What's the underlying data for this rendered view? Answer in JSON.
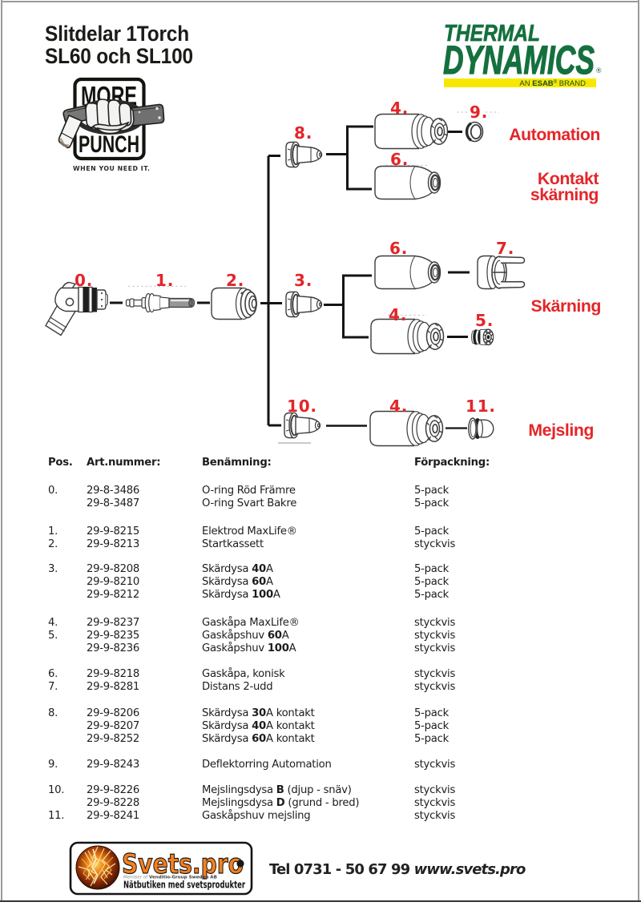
{
  "header": {
    "title_line1": "Slitdelar 1Torch",
    "title_line2": "SL60 och SL100"
  },
  "brand": {
    "thermal": "THERMAL",
    "dynamics": "DYNAMICS",
    "registered": "®",
    "esab_prefix": "AN ",
    "esab_name": "ESAB",
    "esab_reg": "®",
    "esab_suffix": " BRAND",
    "green": "#15703e",
    "yellow": "#f8e800"
  },
  "more_punch": {
    "word_top": "MORE",
    "word_bottom": "PUNCH",
    "tagline": "WHEN YOU NEED IT."
  },
  "diagram": {
    "accent_red": "#e42529",
    "labels": {
      "p0": "0.",
      "p1": "1.",
      "p2": "2.",
      "p3": "3.",
      "p4": "4.",
      "p5": "5.",
      "p6": "6.",
      "p7": "7.",
      "p8": "8.",
      "p9": "9.",
      "p10": "10.",
      "p11": "11."
    },
    "categories": {
      "automation": "Automation",
      "kontakt_line1": "Kontakt",
      "kontakt_line2": "skärning",
      "skarning": "Skärning",
      "mejsling": "Mejsling"
    }
  },
  "table": {
    "headers": {
      "pos": "Pos.",
      "art": "Art.nummer:",
      "ben": "Benämning:",
      "pack": "Förpackning:"
    },
    "groups": [
      {
        "rows": [
          {
            "pos": "0.",
            "art": "29-8-3486",
            "ben": "O-ring Röd Främre",
            "pack": "5-pack"
          },
          {
            "pos": "",
            "art": "29-8-3487",
            "ben": "O-ring Svart Bakre",
            "pack": "5-pack"
          }
        ]
      },
      {
        "rows": [
          {
            "pos": "1.",
            "art": "29-9-8215",
            "ben": "Elektrod MaxLife®",
            "pack": "5-pack"
          },
          {
            "pos": "2.",
            "art": "29-9-8213",
            "ben": "Startkassett",
            "pack": "styckvis"
          }
        ]
      },
      {
        "rows": [
          {
            "pos": "3.",
            "art": "29-9-8208",
            "ben": "Skärdysa **40**A",
            "pack": "5-pack"
          },
          {
            "pos": "",
            "art": "29-9-8210",
            "ben": "Skärdysa **60**A",
            "pack": "5-pack"
          },
          {
            "pos": "",
            "art": "29-9-8212",
            "ben": "Skärdysa **100**A",
            "pack": "5-pack"
          }
        ]
      },
      {
        "rows": [
          {
            "pos": "4.",
            "art": "29-9-8237",
            "ben": "Gaskåpa MaxLife®",
            "pack": "styckvis"
          },
          {
            "pos": "5.",
            "art": "29-9-8235",
            "ben": "Gaskåpshuv **60**A",
            "pack": "styckvis"
          },
          {
            "pos": "",
            "art": "29-9-8236",
            "ben": "Gaskåpshuv **100**A",
            "pack": "styckvis"
          }
        ]
      },
      {
        "rows": [
          {
            "pos": "6.",
            "art": "29-9-8218",
            "ben": "Gaskåpa, konisk",
            "pack": "styckvis"
          },
          {
            "pos": "7.",
            "art": "29-9-8281",
            "ben": "Distans 2-udd",
            "pack": "styckvis"
          }
        ]
      },
      {
        "rows": [
          {
            "pos": "8.",
            "art": "29-9-8206",
            "ben": "Skärdysa **30**A kontakt",
            "pack": "5-pack"
          },
          {
            "pos": "",
            "art": "29-9-8207",
            "ben": "Skärdysa **40**A kontakt",
            "pack": "5-pack"
          },
          {
            "pos": "",
            "art": "29-9-8252",
            "ben": "Skärdysa **60**A kontakt",
            "pack": "5-pack"
          }
        ]
      },
      {
        "rows": [
          {
            "pos": "9.",
            "art": "29-9-8243",
            "ben": "Deflektorring Automation",
            "pack": "styckvis"
          }
        ]
      },
      {
        "rows": [
          {
            "pos": "10.",
            "art": "29-9-8226",
            "ben": "Mejslingsdysa **B** (djup - snäv)",
            "pack": "styckvis"
          },
          {
            "pos": "",
            "art": "29-9-8228",
            "ben": "Mejslingsdysa **D** (grund - bred)",
            "pack": "styckvis"
          },
          {
            "pos": "11.",
            "art": "29-9-8241",
            "ben": "Gaskåpshuv mejsling",
            "pack": "styckvis"
          }
        ]
      }
    ]
  },
  "footer": {
    "logo_name": "Svets.pro",
    "logo_member_prefix": "Member of ",
    "logo_member_bold": "Venditio-Group Sweden AB",
    "logo_sub": "Nätbutiken med svetsprodukter",
    "tel": "Tel 0731 - 50 67 99 ",
    "site": "www.svets.pro",
    "orange": "#f5801e"
  }
}
